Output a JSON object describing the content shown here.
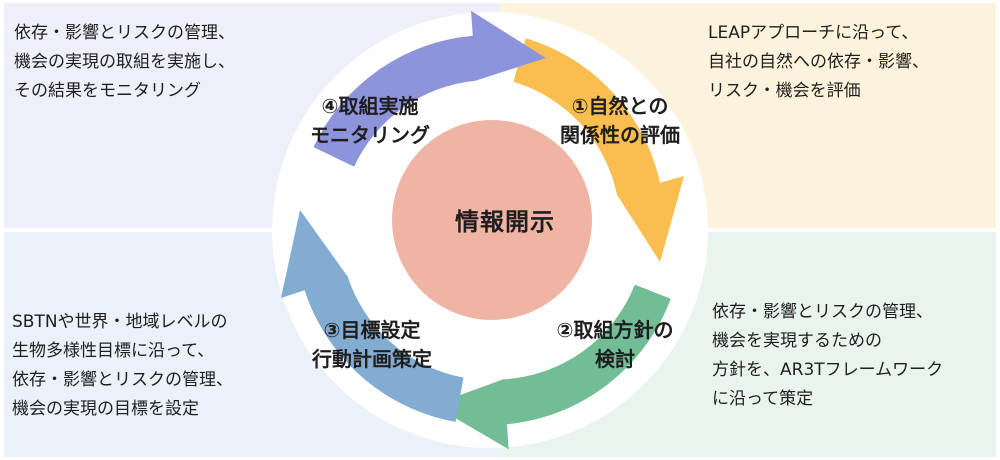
{
  "center": {
    "label": "情報開示"
  },
  "steps": [
    {
      "line1": "①自然との",
      "line2": "関係性の評価",
      "color": "#f9be4f"
    },
    {
      "line1": "②取組方針の",
      "line2": "検討",
      "color": "#72bc96"
    },
    {
      "line1": "③目標設定",
      "line2": "行動計画策定",
      "color": "#83acd3"
    },
    {
      "line1": "④取組実施",
      "line2": "モニタリング",
      "color": "#8e94dc"
    }
  ],
  "descriptions": {
    "top_left": [
      "依存・影響とリスクの管理、",
      "機会の実現の取組を実施し、",
      "その結果をモニタリング"
    ],
    "top_right": [
      "LEAPアプローチに沿って、",
      "自社の自然への依存・影響、",
      "リスク・機会を評価"
    ],
    "bottom_left": [
      "SBTNや世界・地域レベルの",
      "生物多様性目標に沿って、",
      "依存・影響とリスクの管理、",
      "機会の実現の目標を設定"
    ],
    "bottom_right": [
      "依存・影響とリスクの管理、",
      "機会を実現するための",
      "方針を、AR3Tフレームワーク",
      "に沿って策定"
    ]
  }
}
